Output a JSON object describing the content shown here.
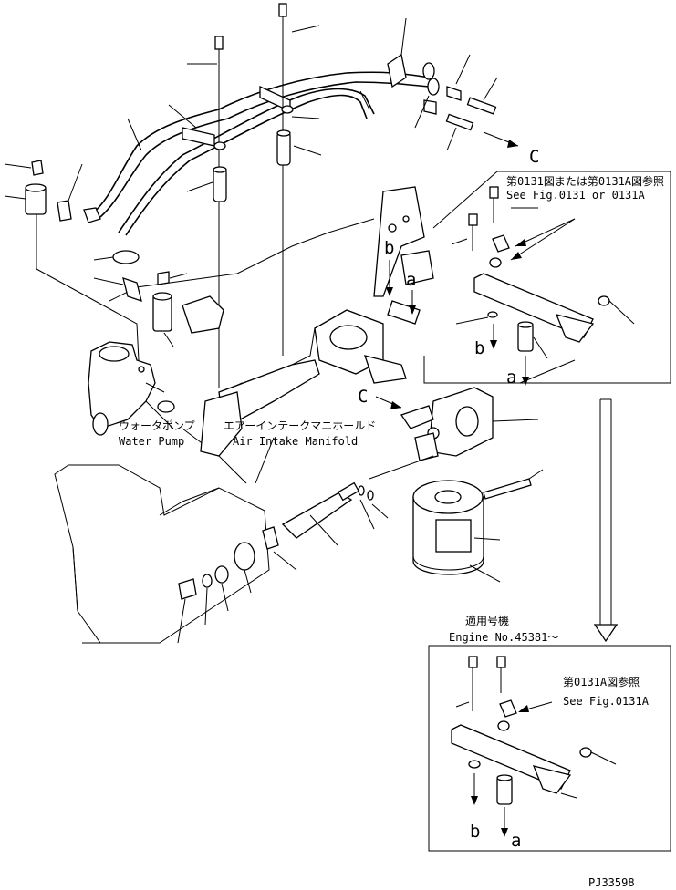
{
  "labels": {
    "water_pump_jp": "ウォータポンプ",
    "water_pump_en": "Water Pump",
    "manifold_jp": "エアーインテークマニホールド",
    "manifold_en": "Air Intake Manifold",
    "ref1_jp": "第0131図または第0131A図参照",
    "ref1_en": "See Fig.0131 or 0131A",
    "ref2_jp": "第0131A図参照",
    "ref2_en": "See Fig.0131A",
    "engine_jp": "適用号機",
    "engine_en": "Engine No.45381〜",
    "marker_a": "a",
    "marker_b": "b",
    "marker_c": "C",
    "code": "PJ33598"
  }
}
